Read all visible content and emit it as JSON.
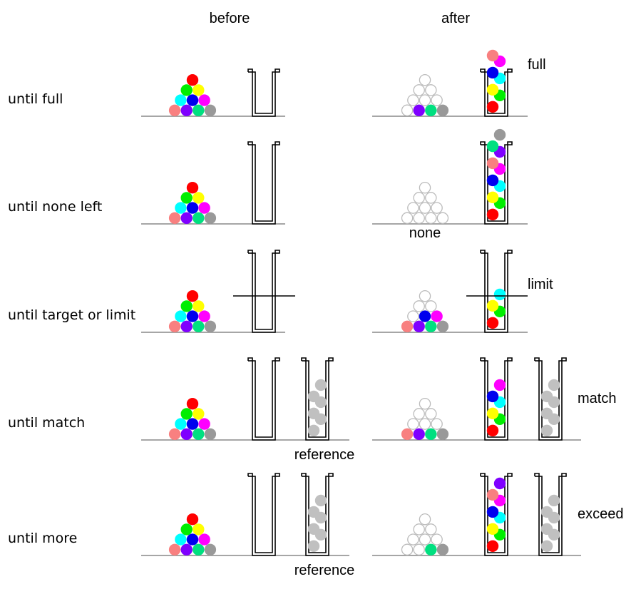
{
  "headers": {
    "before": "before",
    "after": "after"
  },
  "colors": {
    "red": "#ff0000",
    "green": "#00ee00",
    "yellow": "#ffff00",
    "cyan": "#00ffff",
    "blue": "#0000ee",
    "magenta": "#ff00ff",
    "salmon": "#f88080",
    "purple": "#7f00ff",
    "teal": "#00e080",
    "gray": "#999999",
    "reference": "#c0c0c0",
    "empty_outline": "#bbbbbb",
    "baseline": "#888888"
  },
  "pyramid_order": [
    "red",
    "green",
    "yellow",
    "cyan",
    "blue",
    "magenta",
    "salmon",
    "purple",
    "teal",
    "gray"
  ],
  "rows": [
    {
      "label": "until full",
      "tall_container": false,
      "has_limit": false,
      "has_reference": false,
      "after_remaining": [
        "purple",
        "teal",
        "gray"
      ],
      "after_container": [
        "red",
        "green",
        "yellow",
        "cyan",
        "blue",
        "magenta",
        "salmon"
      ],
      "after_note": "full",
      "after_sublabel": ""
    },
    {
      "label": "until none left",
      "tall_container": true,
      "has_limit": false,
      "has_reference": false,
      "after_remaining": [],
      "after_container": [
        "red",
        "green",
        "yellow",
        "cyan",
        "blue",
        "magenta",
        "salmon",
        "purple",
        "teal",
        "gray"
      ],
      "after_note": "",
      "after_sublabel": "none"
    },
    {
      "label": "until target or limit",
      "tall_container": true,
      "has_limit": true,
      "has_reference": false,
      "after_remaining": [
        "blue",
        "magenta",
        "salmon",
        "purple",
        "teal",
        "gray"
      ],
      "after_container": [
        "red",
        "green",
        "yellow",
        "cyan"
      ],
      "after_note": "limit",
      "after_sublabel": ""
    },
    {
      "label": "until match",
      "tall_container": true,
      "has_limit": false,
      "has_reference": true,
      "reference_count": 6,
      "reference_label": "reference",
      "after_remaining": [
        "salmon",
        "purple",
        "teal",
        "gray"
      ],
      "after_container": [
        "red",
        "green",
        "yellow",
        "cyan",
        "blue",
        "magenta"
      ],
      "after_note": "match",
      "after_sublabel": ""
    },
    {
      "label": "until more",
      "tall_container": true,
      "has_limit": false,
      "has_reference": true,
      "reference_count": 6,
      "reference_label": "reference",
      "after_remaining": [
        "teal",
        "gray"
      ],
      "after_container": [
        "red",
        "green",
        "yellow",
        "cyan",
        "blue",
        "magenta",
        "salmon",
        "purple"
      ],
      "after_note": "exceed",
      "after_sublabel": ""
    }
  ]
}
